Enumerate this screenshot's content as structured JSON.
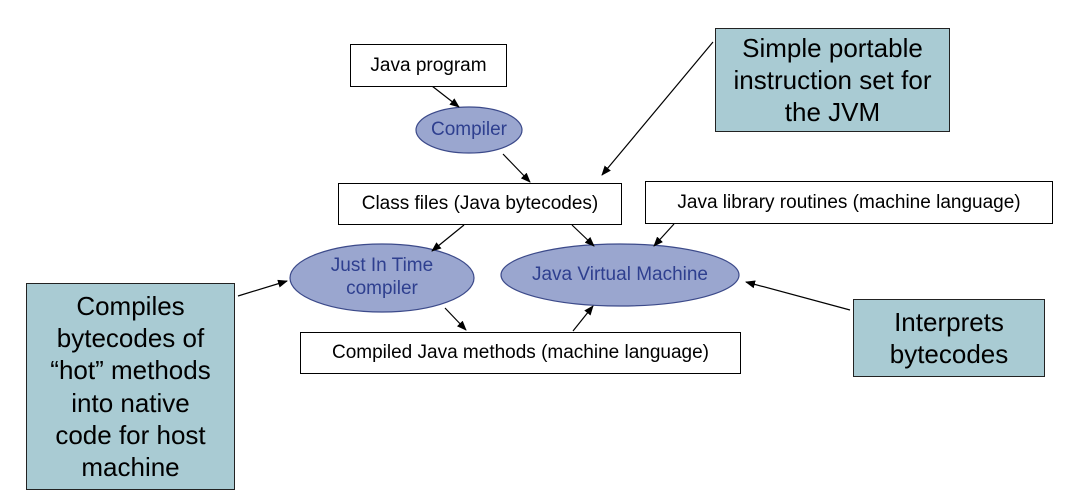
{
  "nodes": {
    "java_program": "Java program",
    "compiler": "Compiler",
    "class_files": "Class files (Java bytecodes)",
    "java_library": "Java library routines (machine language)",
    "jit_compiler": "Just In Time\ncompiler",
    "jvm": "Java Virtual Machine",
    "compiled_methods": "Compiled Java methods (machine language)"
  },
  "callouts": {
    "bytecode_note": "Simple portable\ninstruction set for\nthe JVM",
    "jit_note": "Compiles\nbytecodes of\n“hot” methods\ninto native\ncode for host\nmachine",
    "jvm_note": "Interprets\nbytecodes"
  },
  "colors": {
    "callout_fill": "#a9cbd3",
    "ellipse_fill": "#9aa6cf",
    "ellipse_text": "#2e3f8f"
  }
}
